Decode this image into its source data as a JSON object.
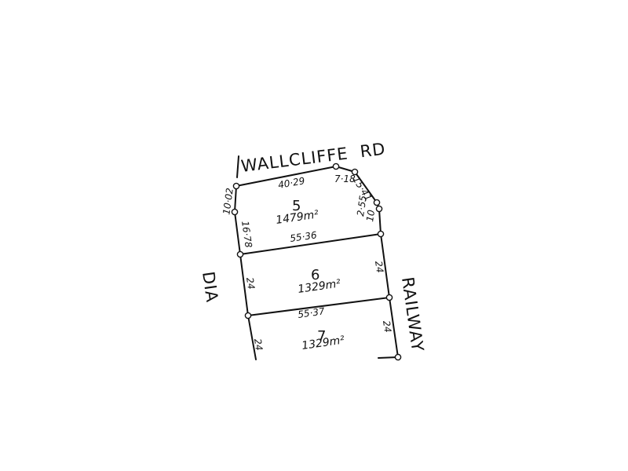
{
  "roads": {
    "top": "WALLCLIFFE  RD",
    "left": "DIA",
    "right": "RAILWAY"
  },
  "lots": [
    {
      "number": "5",
      "area": "1479m²"
    },
    {
      "number": "6",
      "area": "1329m²"
    },
    {
      "number": "7",
      "area": "1329m²"
    }
  ],
  "dimensions": {
    "lot5_top": "40·29",
    "lot5_left_upper": "10·02",
    "lot5_left_lower": "16·78",
    "lot5_right_a": "7·18",
    "lot5_right_b": "15·41",
    "lot5_right_c": "2·55",
    "lot5_right_d": "10",
    "lot5_bottom": "55·36",
    "lot6_left": "24",
    "lot6_right": "24",
    "lot6_bottom": "55·37",
    "lot7_left": "24",
    "lot7_right": "24"
  }
}
